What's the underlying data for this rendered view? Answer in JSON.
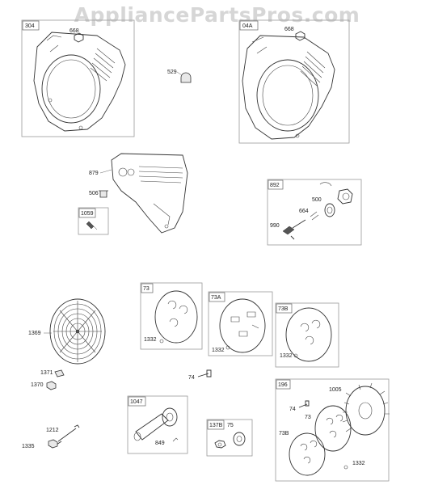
{
  "watermark": "AppliancePartsPros.com",
  "parts": {
    "p304": "304",
    "p668a": "668",
    "p529": "529",
    "p304a": "04A",
    "p668b": "668",
    "p879": "879",
    "p506": "506",
    "p1059": "1059",
    "p892": "892",
    "p500": "500",
    "p664": "664",
    "p990": "990",
    "p73": "73",
    "p1332a": "1332",
    "p73a": "73A",
    "p1332b": "1332",
    "p73b": "73B",
    "p1332c": "1332",
    "p1369": "1369",
    "p1371": "1371",
    "p1370": "1370",
    "p74a": "74",
    "p196": "196",
    "p1005": "1005",
    "p74b": "74",
    "p73c": "73",
    "p73bb": "73B",
    "p1332d": "1332",
    "p1047": "1047",
    "p849": "849",
    "p1212": "1212",
    "p1335": "1335",
    "p137b": "137B",
    "p75": "75"
  }
}
